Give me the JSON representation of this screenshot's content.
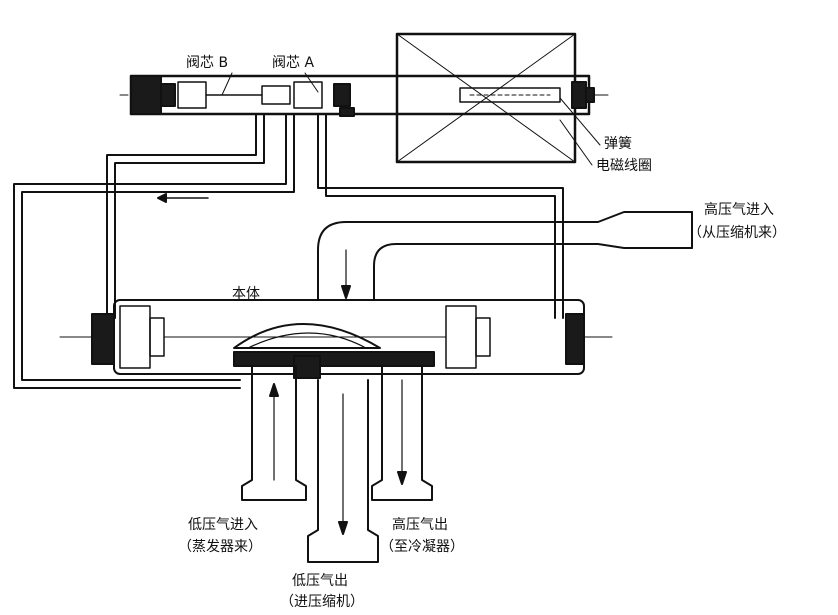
{
  "labels": {
    "valve_core_b": "阀芯 B",
    "valve_core_a": "阀芯 A",
    "spring": "弹簧",
    "solenoid_coil": "电磁线圈",
    "high_pressure_in": "高压气进入",
    "high_pressure_in_note": "（从压缩机来）",
    "body": "本体",
    "low_pressure_in": "低压气进入",
    "low_pressure_in_note": "（蒸发器来）",
    "high_pressure_out": "高压气出",
    "high_pressure_out_note": "（至冷凝器）",
    "low_pressure_out": "低压气出",
    "low_pressure_out_note": "（进压缩机）"
  },
  "colors": {
    "line": "#111111",
    "fill_dark": "#1a1a1a",
    "background": "#ffffff"
  }
}
